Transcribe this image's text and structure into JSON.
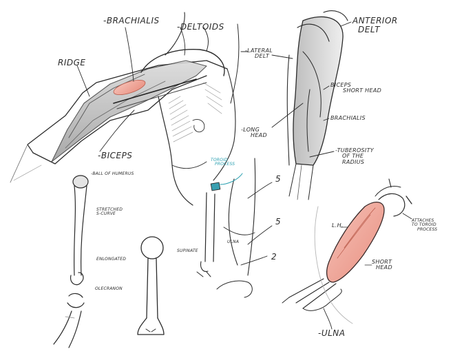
{
  "labels": {
    "brachialis_top": "-BRACHIALIS",
    "deltoids": "-DELTOIDS",
    "ridge": "RIDGE",
    "biceps_left": "-BICEPS",
    "anterior_delt": [
      "ANTERIOR",
      "DELT"
    ],
    "lateral_delt": [
      "-LATERAL",
      "DELT"
    ],
    "biceps_short_head": [
      "BICEPS",
      "SHORT HEAD"
    ],
    "long_head": [
      "-LONG",
      "HEAD"
    ],
    "brachialis_right": "BRACHIALIS",
    "tuberosity": [
      "-TUBEROSITY",
      "OF THE",
      "RADIUS"
    ],
    "ball_of_humerus": "-BALL OF HUMERUS",
    "stretched_s_curve": [
      "STRETCHED",
      "S-CURVE"
    ],
    "enlongated": "ENLONGATED",
    "olecranon": "OLECRANON",
    "toroid_process": [
      "TOROID",
      "PROCESS"
    ],
    "number_top": "5",
    "number_mid": "5",
    "number_low": "2",
    "ulna_small": "ULNA",
    "supinate": "SUPINATE",
    "lh": "L.H.",
    "attaches_to": [
      "ATTACHES",
      "TO TOROID",
      "PROCESS"
    ],
    "short_head_right": [
      "SHORT",
      "HEAD"
    ],
    "ulna": "-ULNA"
  },
  "colors": {
    "muscle_highlight": "#f0a89a",
    "toroid_label": "#2a9fb0",
    "ink": "#2a2a2a",
    "shade": "#8a8a8a"
  }
}
